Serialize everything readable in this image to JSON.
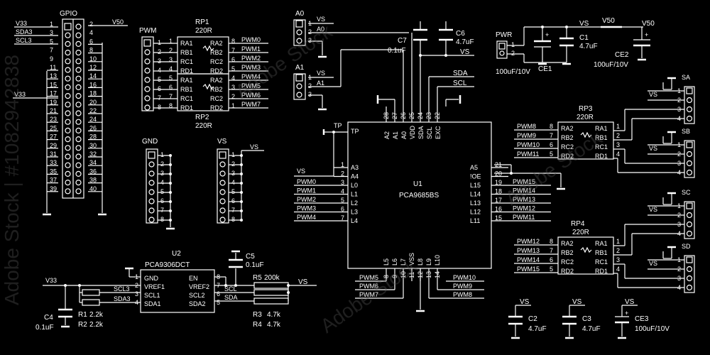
{
  "gpio": {
    "label": "GPIO",
    "left_pins": [
      "1",
      "3",
      "5",
      "7",
      "9",
      "11",
      "13",
      "15",
      "17",
      "19",
      "21",
      "23",
      "25",
      "27",
      "29",
      "31",
      "33",
      "35",
      "37",
      "39"
    ],
    "right_pins": [
      "2",
      "4",
      "6",
      "8",
      "10",
      "12",
      "14",
      "16",
      "18",
      "20",
      "22",
      "24",
      "26",
      "28",
      "30",
      "32",
      "34",
      "36",
      "38",
      "40"
    ],
    "v33": "V33",
    "v33b": "V33",
    "sda3": "SDA3",
    "scl3": "SCL3",
    "v50": "V50"
  },
  "pwm_header": {
    "label": "PWM",
    "pins": [
      "1",
      "2",
      "3",
      "4",
      "5",
      "6",
      "7",
      "8"
    ]
  },
  "rp1": {
    "label": "RP1",
    "value": "220R",
    "left": [
      "RA1",
      "RB1",
      "RC1",
      "RD1"
    ],
    "right": [
      "RA2",
      "RB2",
      "RC2",
      "RD2"
    ],
    "lnum": [
      "1",
      "2",
      "3",
      "4"
    ],
    "rnum": [
      "8",
      "7",
      "6",
      "5"
    ]
  },
  "rp2": {
    "label": "RP2",
    "value": "220R",
    "left": [
      "RA1",
      "RB1",
      "RC1",
      "RD1"
    ],
    "right": [
      "RA2",
      "RB2",
      "RC2",
      "RD2"
    ],
    "lnum": [
      "5",
      "6",
      "7",
      "8"
    ],
    "rnum": [
      "4",
      "3",
      "2",
      "1"
    ]
  },
  "pwm_nets": [
    "PWM0",
    "PWM1",
    "PWM2",
    "PWM3",
    "PWM4",
    "PWM5",
    "PWM6",
    "PWM7",
    "PWM8",
    "PWM9",
    "PWM10",
    "PWM11",
    "PWM12",
    "PWM13",
    "PWM14",
    "PWM15"
  ],
  "a0": {
    "label": "A0",
    "vs": "VS",
    "net": "A0",
    "pins": [
      "1",
      "2",
      "3"
    ]
  },
  "a1": {
    "label": "A1",
    "vs": "VS",
    "net": "A1",
    "pins": [
      "1",
      "2",
      "3"
    ]
  },
  "c7": {
    "label": "C7",
    "value": "0.1uF"
  },
  "c6": {
    "label": "C6",
    "value": "4.7uF",
    "vs": "VS"
  },
  "u1": {
    "label": "U1",
    "part": "PCA9685BS",
    "sda": "SDA",
    "scl": "SCL",
    "tp": "TP",
    "tp_label": "TP",
    "top_pins": [
      "A2",
      "A1",
      "A0",
      "VDD",
      "SDA",
      "SCL",
      "EXC"
    ],
    "top_nums": [
      "28",
      "27",
      "26",
      "25",
      "24",
      "23",
      "22"
    ],
    "left_pins": [
      "A3",
      "A4",
      "L0",
      "L1",
      "L2",
      "L3",
      "L4"
    ],
    "left_nums": [
      "1",
      "2",
      "3",
      "4",
      "5",
      "6",
      "7"
    ],
    "right_pins": [
      "A5",
      "!OE",
      "L15",
      "L14",
      "L13",
      "L12",
      "L11"
    ],
    "right_nums": [
      "21",
      "20",
      "19",
      "18",
      "17",
      "16",
      "15"
    ],
    "bottom_pins": [
      "L5",
      "L6",
      "L7",
      "VSS",
      "L8",
      "L9",
      "L10"
    ],
    "bottom_nums": [
      "8",
      "9",
      "10",
      "11",
      "12",
      "13",
      "14"
    ],
    "vs": "VS"
  },
  "pwr": {
    "label": "PWR",
    "pins": [
      "1",
      "2"
    ],
    "ce1": "CE1",
    "ce1_value": "100uF/10V",
    "c1": "C1",
    "c1_value": "4.7uF",
    "vs": "VS",
    "v50": "V50",
    "v50b": "V50",
    "ce2": "CE2",
    "ce2_value": "100uF/10V"
  },
  "gnd_header": {
    "label": "GND",
    "pins": [
      "1",
      "2",
      "3",
      "4",
      "5",
      "6",
      "7",
      "8"
    ]
  },
  "vs_header": {
    "label": "VS",
    "pins": [
      "1",
      "2",
      "3",
      "4",
      "5",
      "6",
      "7",
      "8"
    ],
    "net": "VS"
  },
  "rp3": {
    "label": "RP3",
    "value": "220R",
    "left": [
      "RA2",
      "RB2",
      "RC2",
      "RD2"
    ],
    "right": [
      "RA1",
      "RB1",
      "RC1",
      "RD1"
    ],
    "lnum": [
      "8",
      "7",
      "6",
      "5"
    ],
    "rnum": [
      "1",
      "2",
      "3",
      "4"
    ]
  },
  "rp4": {
    "label": "RP4",
    "value": "220R",
    "left": [
      "RA2",
      "RB2",
      "RC2",
      "RD2"
    ],
    "right": [
      "RA1",
      "RB1",
      "RC1",
      "RD1"
    ],
    "lnum": [
      "8",
      "7",
      "6",
      "5"
    ],
    "rnum": [
      "1",
      "2",
      "3",
      "4"
    ]
  },
  "servo_headers": [
    {
      "label": "SA",
      "vs": "VS",
      "pins": [
        "1",
        "2",
        "3",
        "4"
      ]
    },
    {
      "label": "SB",
      "vs": "VS",
      "pins": [
        "1",
        "2",
        "3",
        "4"
      ]
    },
    {
      "label": "SC",
      "vs": "VS",
      "pins": [
        "1",
        "2",
        "3",
        "4"
      ]
    },
    {
      "label": "SD",
      "vs": "VS",
      "pins": [
        "1",
        "2",
        "3",
        "4"
      ]
    }
  ],
  "u2": {
    "label": "U2",
    "part": "PCA9306DCT",
    "left": [
      "GND",
      "VREF1",
      "SCL1",
      "SDA1"
    ],
    "lnum": [
      "1",
      "2",
      "3",
      "4"
    ],
    "right": [
      "EN",
      "VREF2",
      "SCL2",
      "SDA2"
    ],
    "rnum": [
      "8",
      "7",
      "6",
      "5"
    ],
    "v33": "V33",
    "scl3": "SCL3",
    "sda3": "SDA3",
    "scl": "SCL",
    "sda": "SDA",
    "vs": "VS"
  },
  "c4": {
    "label": "C4",
    "value": "0.1uF"
  },
  "r1": {
    "label": "R1",
    "value": "2.2k"
  },
  "r2": {
    "label": "R2",
    "value": "2.2k"
  },
  "c5": {
    "label": "C5",
    "value": "0.1uF"
  },
  "r5": {
    "label": "R5",
    "value": "200k"
  },
  "r3": {
    "label": "R3",
    "value": "4.7k"
  },
  "r4": {
    "label": "R4",
    "value": "4.7k"
  },
  "c2": {
    "label": "C2",
    "value": "4.7uF",
    "vs": "VS"
  },
  "c3": {
    "label": "C3",
    "value": "4.7uF",
    "vs": "VS"
  },
  "ce3": {
    "label": "CE3",
    "value": "100uF/10V",
    "vs": "VS"
  },
  "watermark": {
    "text": "Adobe Stock | #1082942838",
    "brand": "Adobe Stock"
  }
}
